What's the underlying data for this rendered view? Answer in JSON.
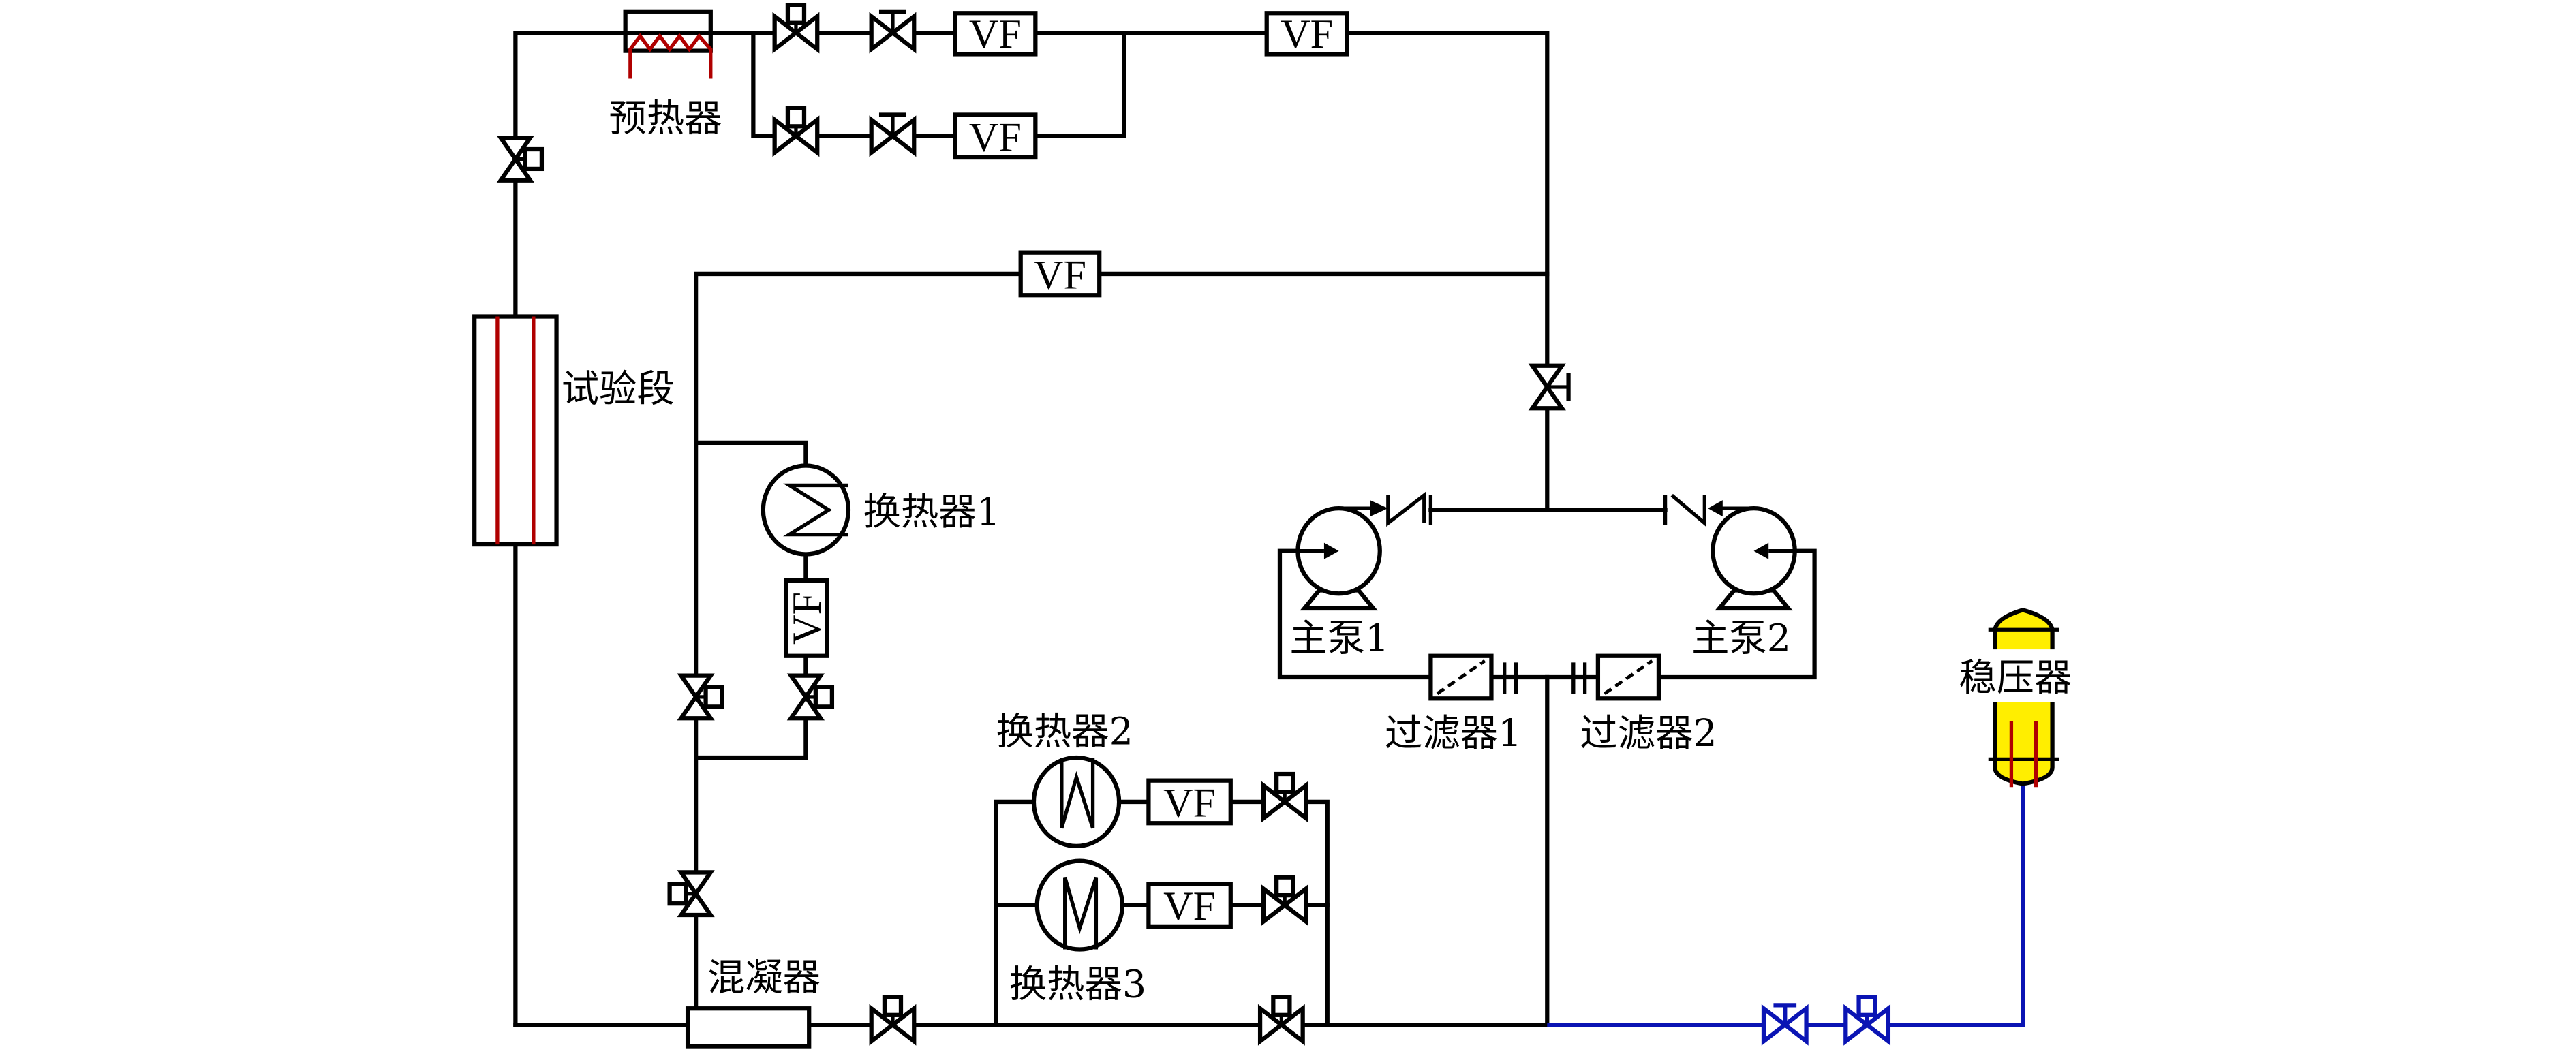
{
  "diagram": {
    "type": "process-flow-schematic",
    "colors": {
      "pipe": "#000000",
      "makeup_line": "#0a14b4",
      "heater_element": "#b00000",
      "pressurizer_fill": "#ffee00"
    },
    "labels": {
      "preheater": "预热器",
      "test_section": "试验段",
      "heat_exchanger_1": "换热器1",
      "heat_exchanger_2": "换热器2",
      "heat_exchanger_3": "换热器3",
      "condenser": "混凝器",
      "main_pump_1": "主泵1",
      "main_pump_2": "主泵2",
      "filter_1": "过滤器1",
      "filter_2": "过滤器2",
      "pressurizer": "稳压器"
    },
    "flowmeters": {
      "vf_top_upper": "VF",
      "vf_top_lower": "VF",
      "vf_top_main": "VF",
      "vf_bypass": "VF",
      "vf_hx1": "VF",
      "vf_hx2": "VF",
      "vf_hx3": "VF"
    }
  }
}
